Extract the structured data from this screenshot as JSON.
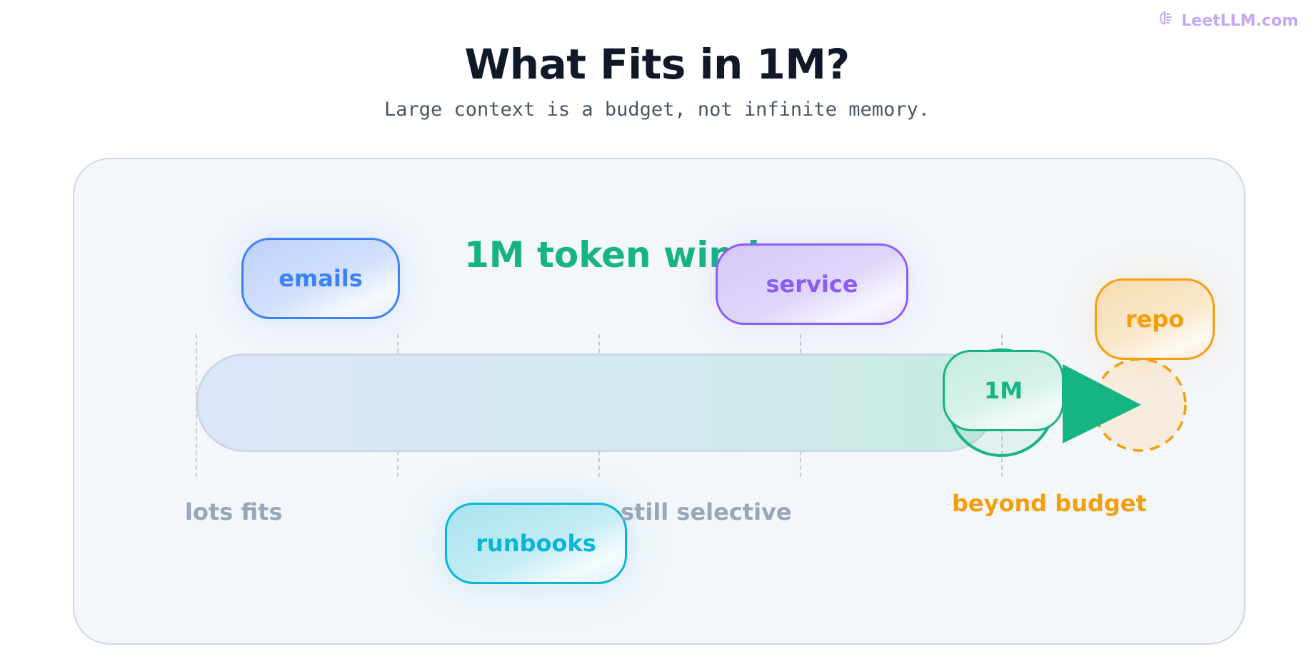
{
  "brand": {
    "name": "LeetLLM.com",
    "icon": "brain-icon",
    "color": "#c4a8f2"
  },
  "header": {
    "title": "What Fits in 1M?",
    "subtitle": "Large context is a budget, not infinite memory."
  },
  "diagram": {
    "window_label": "1M token window",
    "marker_label": "1M",
    "chips": {
      "emails": "emails",
      "service": "service",
      "runbooks": "runbooks",
      "repo": "repo"
    },
    "zone_labels": {
      "low": "lots fits",
      "mid": "still selective",
      "over": "beyond budget"
    },
    "colors": {
      "window": "#16b483",
      "emails": "#3b82f6",
      "service": "#8b5cf6",
      "runbooks": "#06b6d4",
      "repo": "#f59e0b",
      "muted": "#9aa6b8"
    }
  }
}
